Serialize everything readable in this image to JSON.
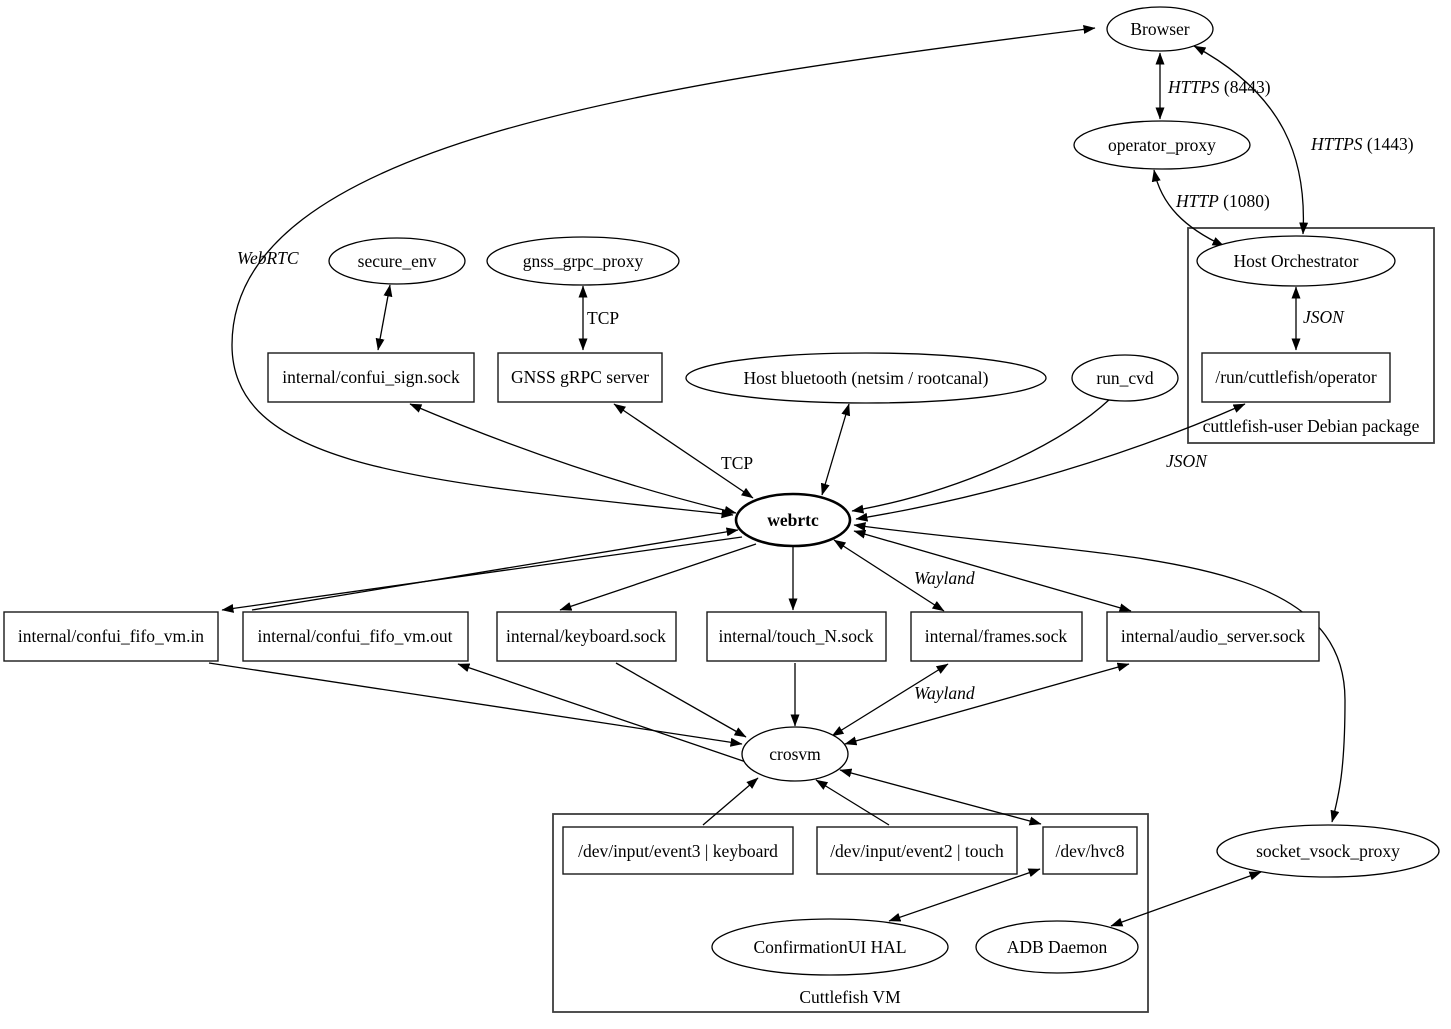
{
  "diagram": {
    "title_hint": "Cuttlefish WebRTC streaming connectivity diagram",
    "colors": {
      "background": "#ffffff",
      "stroke": "#000000"
    },
    "nodes": {
      "browser": "Browser",
      "operator_proxy": "operator_proxy",
      "host_orchestrator": "Host Orchestrator",
      "operator_socket": "/run/cuttlefish/operator",
      "secure_env": "secure_env",
      "gnss_grpc_proxy": "gnss_grpc_proxy",
      "confui_sign_sock": "internal/confui_sign.sock",
      "gnss_grpc_server": "GNSS gRPC server",
      "host_bluetooth": "Host bluetooth (netsim / rootcanal)",
      "run_cvd": "run_cvd",
      "webrtc": "webrtc",
      "confui_fifo_in": "internal/confui_fifo_vm.in",
      "confui_fifo_out": "internal/confui_fifo_vm.out",
      "keyboard_sock": "internal/keyboard.sock",
      "touch_sock": "internal/touch_N.sock",
      "frames_sock": "internal/frames.sock",
      "audio_server_sock": "internal/audio_server.sock",
      "crosvm": "crosvm",
      "event3": "/dev/input/event3 | keyboard",
      "event2": "/dev/input/event2 | touch",
      "hvc8": "/dev/hvc8",
      "confirmationui_hal": "ConfirmationUI HAL",
      "adb_daemon": "ADB Daemon",
      "socket_vsock_proxy": "socket_vsock_proxy"
    },
    "clusters": {
      "debian_package": {
        "label": "cuttlefish-user Debian package",
        "members": [
          "Host Orchestrator",
          "/run/cuttlefish/operator"
        ]
      },
      "cuttlefish_vm": {
        "label": "Cuttlefish VM",
        "members": [
          "/dev/input/event3 | keyboard",
          "/dev/input/event2 | touch",
          "/dev/hvc8",
          "ConfirmationUI HAL",
          "ADB Daemon"
        ]
      }
    },
    "edge_labels": {
      "webrtc_protocol": "WebRTC",
      "https_8443_proto": "HTTPS",
      "https_8443_port": " (8443)",
      "https_1443_proto": "HTTPS",
      "https_1443_port": " (1443)",
      "http_1080_proto": "HTTP",
      "http_1080_port": " (1080)",
      "json_orchestrator": "JSON",
      "json_webrtc": "JSON",
      "tcp_gnss_proxy": "TCP",
      "tcp_gnss_webrtc": "TCP",
      "wayland_webrtc": "Wayland",
      "wayland_crosvm": "Wayland"
    },
    "edges": [
      {
        "from": "Browser",
        "to": "operator_proxy",
        "dir": "both",
        "label": "HTTPS (8443)"
      },
      {
        "from": "Browser",
        "to": "Host Orchestrator",
        "dir": "both",
        "label": "HTTPS (1443)"
      },
      {
        "from": "operator_proxy",
        "to": "Host Orchestrator",
        "dir": "both",
        "label": "HTTP (1080)"
      },
      {
        "from": "Host Orchestrator",
        "to": "/run/cuttlefish/operator",
        "dir": "both",
        "label": "JSON"
      },
      {
        "from": "Browser",
        "to": "webrtc",
        "dir": "both",
        "label": "WebRTC"
      },
      {
        "from": "secure_env",
        "to": "internal/confui_sign.sock",
        "dir": "both",
        "label": ""
      },
      {
        "from": "internal/confui_sign.sock",
        "to": "webrtc",
        "dir": "both",
        "label": ""
      },
      {
        "from": "gnss_grpc_proxy",
        "to": "GNSS gRPC server",
        "dir": "both",
        "label": "TCP"
      },
      {
        "from": "GNSS gRPC server",
        "to": "webrtc",
        "dir": "both",
        "label": "TCP"
      },
      {
        "from": "Host bluetooth (netsim / rootcanal)",
        "to": "webrtc",
        "dir": "both",
        "label": ""
      },
      {
        "from": "run_cvd",
        "to": "webrtc",
        "dir": "forward",
        "label": ""
      },
      {
        "from": "/run/cuttlefish/operator",
        "to": "webrtc",
        "dir": "both",
        "label": "JSON"
      },
      {
        "from": "webrtc",
        "to": "internal/confui_fifo_vm.in",
        "dir": "forward",
        "label": ""
      },
      {
        "from": "internal/confui_fifo_vm.in",
        "to": "crosvm",
        "dir": "forward",
        "label": ""
      },
      {
        "from": "crosvm",
        "to": "internal/confui_fifo_vm.out",
        "dir": "forward",
        "label": ""
      },
      {
        "from": "internal/confui_fifo_vm.out",
        "to": "webrtc",
        "dir": "forward",
        "label": ""
      },
      {
        "from": "webrtc",
        "to": "internal/keyboard.sock",
        "dir": "forward",
        "label": ""
      },
      {
        "from": "internal/keyboard.sock",
        "to": "crosvm",
        "dir": "forward",
        "label": ""
      },
      {
        "from": "webrtc",
        "to": "internal/touch_N.sock",
        "dir": "forward",
        "label": ""
      },
      {
        "from": "internal/touch_N.sock",
        "to": "crosvm",
        "dir": "forward",
        "label": ""
      },
      {
        "from": "webrtc",
        "to": "internal/frames.sock",
        "dir": "both",
        "label": "Wayland"
      },
      {
        "from": "crosvm",
        "to": "internal/frames.sock",
        "dir": "both",
        "label": "Wayland"
      },
      {
        "from": "webrtc",
        "to": "internal/audio_server.sock",
        "dir": "both",
        "label": ""
      },
      {
        "from": "crosvm",
        "to": "internal/audio_server.sock",
        "dir": "both",
        "label": ""
      },
      {
        "from": "webrtc",
        "to": "socket_vsock_proxy",
        "dir": "both",
        "label": ""
      },
      {
        "from": "socket_vsock_proxy",
        "to": "ADB Daemon",
        "dir": "both",
        "label": ""
      },
      {
        "from": "crosvm",
        "to": "/dev/hvc8",
        "dir": "both",
        "label": ""
      },
      {
        "from": "ConfirmationUI HAL",
        "to": "/dev/hvc8",
        "dir": "both",
        "label": ""
      },
      {
        "from": "/dev/input/event3 | keyboard",
        "to": "crosvm",
        "dir": "forward",
        "label": ""
      },
      {
        "from": "/dev/input/event2 | touch",
        "to": "crosvm",
        "dir": "forward",
        "label": ""
      }
    ]
  }
}
